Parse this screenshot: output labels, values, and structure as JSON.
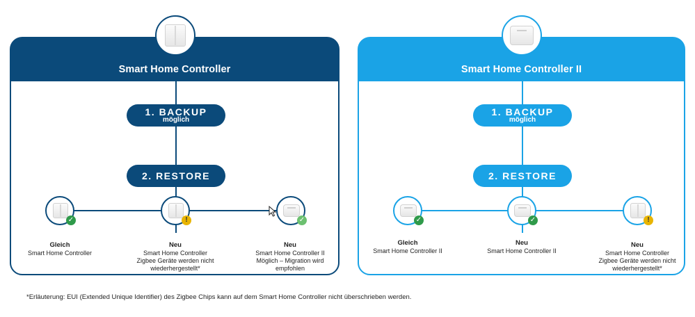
{
  "colors": {
    "dark_blue": "#0b4a7a",
    "light_blue": "#1aa3e6",
    "ok_green": "#2f9a4a",
    "warn_yellow": "#e8b400"
  },
  "panels": [
    {
      "title": "Smart Home Controller",
      "device_icon": "controller-tall-icon",
      "backup": {
        "label": "1. BACKUP",
        "sub": "möglich"
      },
      "restore": {
        "label": "2. RESTORE"
      },
      "targets": [
        {
          "heading": "Gleich",
          "lines": [
            "Smart Home Controller"
          ],
          "status": "ok",
          "icon": "controller-tall-icon"
        },
        {
          "heading": "Neu",
          "lines": [
            "Smart Home Controller",
            "Zigbee Geräte werden nicht",
            "wiederhergestellt*"
          ],
          "status": "warn",
          "icon": "controller-tall-icon"
        },
        {
          "heading": "Neu",
          "lines": [
            "Smart Home Controller II",
            "Möglich – Migration wird",
            "empfohlen"
          ],
          "status": "ok",
          "icon": "controller-wide-icon"
        }
      ]
    },
    {
      "title": "Smart Home Controller II",
      "device_icon": "controller-wide-icon",
      "backup": {
        "label": "1. BACKUP",
        "sub": "möglich"
      },
      "restore": {
        "label": "2. RESTORE"
      },
      "targets": [
        {
          "heading": "Gleich",
          "lines": [
            "Smart Home Controller II"
          ],
          "status": "ok",
          "icon": "controller-wide-icon"
        },
        {
          "heading": "Neu",
          "lines": [
            "Smart Home Controller II"
          ],
          "status": "ok",
          "icon": "controller-wide-icon"
        },
        {
          "heading": "Neu",
          "lines": [
            "Smart Home Controller",
            "Zigbee Geräte werden nicht",
            "wiederhergestellt*"
          ],
          "status": "warn",
          "icon": "controller-tall-icon"
        }
      ]
    }
  ],
  "footnote": "*Erläuterung: EUI (Extended Unique Identifier) des Zigbee Chips kann auf dem Smart Home Controller nicht überschrieben werden."
}
